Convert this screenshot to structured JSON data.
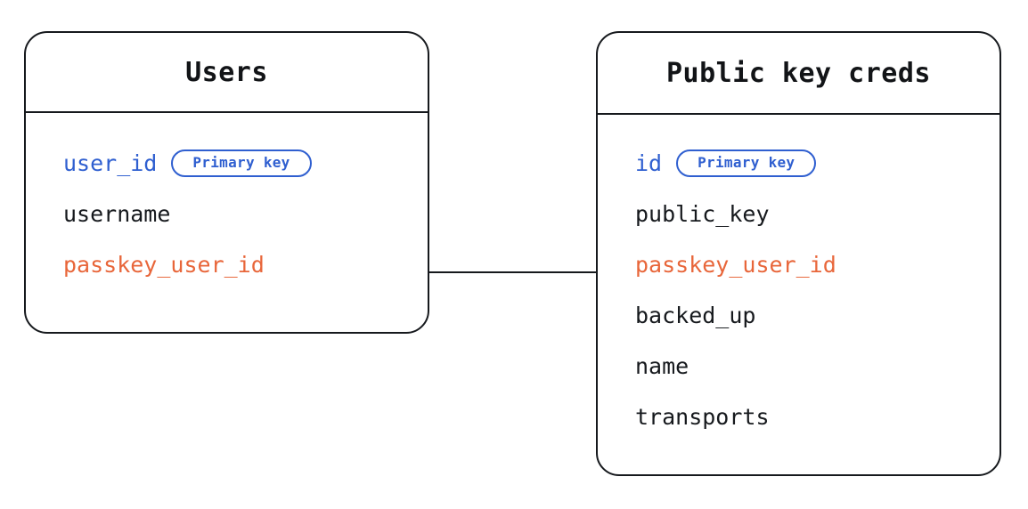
{
  "diagram": {
    "type": "entity-relationship-diagram",
    "background_color": "#ffffff",
    "palette": {
      "border": "#16191d",
      "text": "#16191d",
      "primary_key": "#2f5fd0",
      "foreign_key": "#e8663a",
      "badge_border": "#2f5fd0"
    },
    "entities": [
      {
        "id": "users",
        "title": "Users",
        "fields": [
          {
            "name": "user_id",
            "role": "primary",
            "badge": "Primary key"
          },
          {
            "name": "username",
            "role": "normal",
            "badge": null
          },
          {
            "name": "passkey_user_id",
            "role": "foreign",
            "badge": null
          }
        ]
      },
      {
        "id": "public-key-creds",
        "title": "Public key creds",
        "fields": [
          {
            "name": "id",
            "role": "primary",
            "badge": "Primary key"
          },
          {
            "name": "public_key",
            "role": "normal",
            "badge": null
          },
          {
            "name": "passkey_user_id",
            "role": "foreign",
            "badge": null
          },
          {
            "name": "backed_up",
            "role": "normal",
            "badge": null
          },
          {
            "name": "name",
            "role": "normal",
            "badge": null
          },
          {
            "name": "transports",
            "role": "normal",
            "badge": null
          }
        ]
      }
    ],
    "relationships": [
      {
        "id": "users-to-public-key-creds",
        "from_entity": "users",
        "from_field": "passkey_user_id",
        "to_entity": "public-key-creds",
        "to_field": "passkey_user_id"
      }
    ]
  }
}
